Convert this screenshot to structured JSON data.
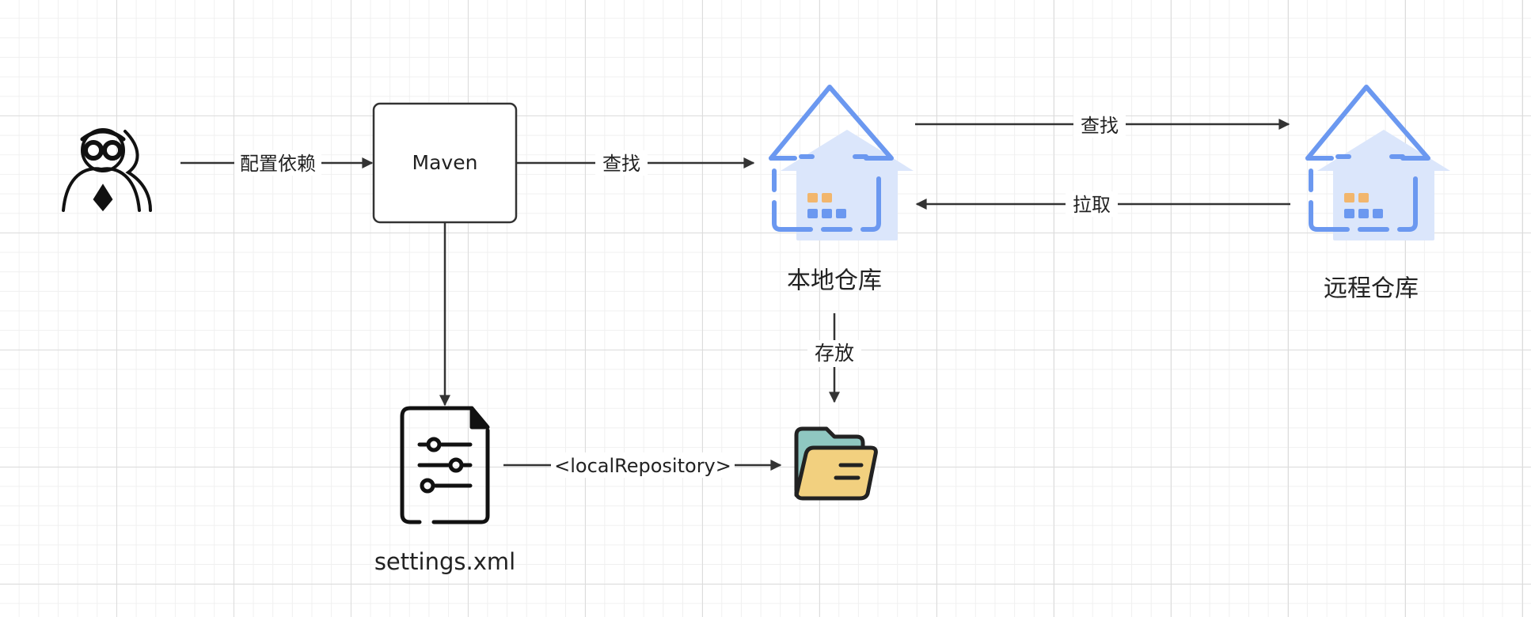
{
  "nodes": {
    "user": {
      "icon": "developer-icon"
    },
    "maven": {
      "label": "Maven"
    },
    "local_repo": {
      "label": "本地仓库",
      "icon": "house-icon"
    },
    "remote_repo": {
      "label": "远程仓库",
      "icon": "house-icon"
    },
    "settings": {
      "label": "settings.xml",
      "icon": "settings-file-icon"
    },
    "folder": {
      "icon": "folder-icon"
    }
  },
  "edges": {
    "configure_dependency": "配置依赖",
    "maven_lookup": "查找",
    "remote_lookup": "查找",
    "pull": "拉取",
    "store": "存放",
    "local_repository": "<localRepository>"
  },
  "colors": {
    "line": "#333333",
    "house_blue": "#6b98f0",
    "house_fill": "#dbe6fb",
    "house_orange": "#f2b66d",
    "folder_back": "#8fc7c1",
    "folder_front": "#f2d07f",
    "outline": "#222222"
  }
}
